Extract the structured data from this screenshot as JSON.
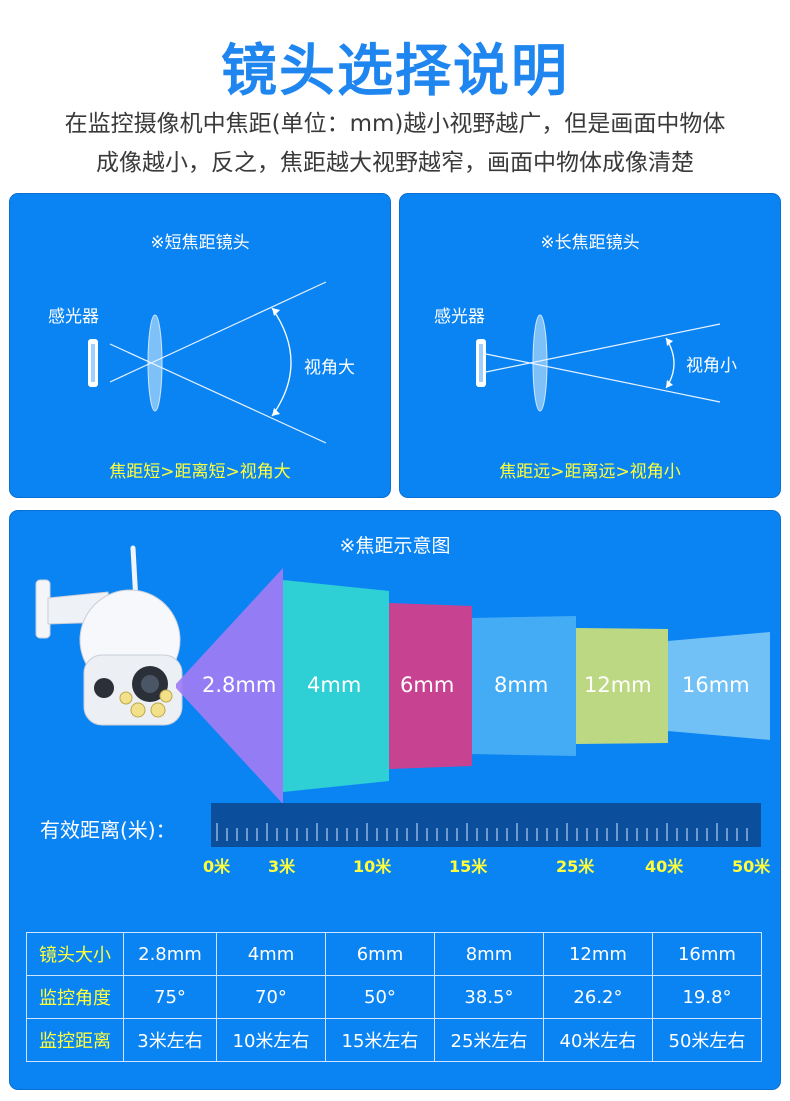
{
  "header": {
    "title": "镜头选择说明",
    "desc_line1": "在监控摄像机中焦距(单位：mm)越小视野越广，但是画面中物体",
    "desc_line2": "成像越小，反之，焦距越大视野越窄，画面中物体成像清楚"
  },
  "short_lens": {
    "title": "※短焦距镜头",
    "sensor_label": "感光器",
    "angle_label": "视角大",
    "note": "焦距短>距离短>视角大"
  },
  "long_lens": {
    "title": "※长焦距镜头",
    "sensor_label": "感光器",
    "angle_label": "视角小",
    "note": "焦距远>距离远>视角小"
  },
  "focal_chart": {
    "title": "※焦距示意图",
    "segments": [
      "2.8mm",
      "4mm",
      "6mm",
      "8mm",
      "12mm",
      "16mm"
    ],
    "segment_colors": [
      "#a07cf4",
      "#32d6d3",
      "#d93d8a",
      "#4ab0f4",
      "#cde07a",
      "#7cc7f6"
    ],
    "distance_label": "有效距离(米)：",
    "ticks": [
      "0米",
      "3米",
      "10米",
      "15米",
      "25米",
      "40米",
      "50米"
    ]
  },
  "spec_table": {
    "rows": [
      {
        "header": "镜头大小",
        "values": [
          "2.8mm",
          "4mm",
          "6mm",
          "8mm",
          "12mm",
          "16mm"
        ]
      },
      {
        "header": "监控角度",
        "values": [
          "75°",
          "70°",
          "50°",
          "38.5°",
          "26.2°",
          "19.8°"
        ]
      },
      {
        "header": "监控距离",
        "values": [
          "3米左右",
          "10米左右",
          "15米左右",
          "25米左右",
          "40米左右",
          "50米左右"
        ]
      }
    ]
  },
  "colors": {
    "title_blue": "#1f86f0",
    "panel_blue": "#0b84f3",
    "highlight_yellow": "#ffff3c"
  }
}
